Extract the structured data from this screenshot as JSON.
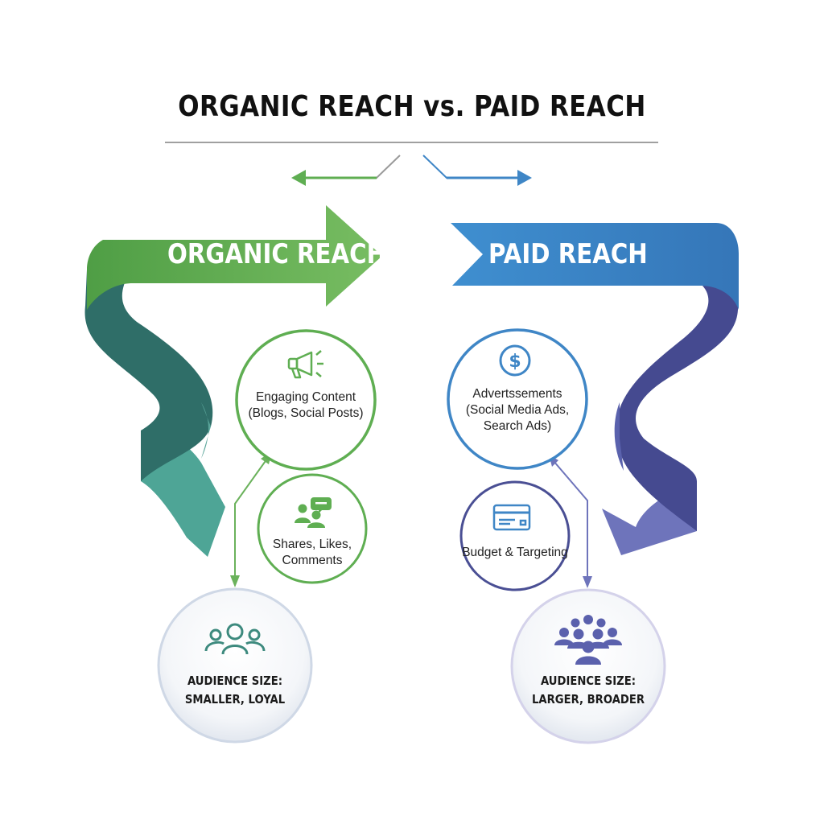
{
  "title": "ORGANIC REACH vs. PAID REACH",
  "colors": {
    "green": "#5fae52",
    "teal": "#4a9e8e",
    "dark_teal": "#2f6e68",
    "blue": "#3f86c6",
    "indigo": "#4a4f94",
    "lavender": "#6e74bb",
    "divider": "#a0a0a0"
  },
  "organic": {
    "banner_label": "ORGANIC REACH",
    "content_circle": {
      "icon": "megaphone-icon",
      "line1": "Engaging Content",
      "line2": "(Blogs, Social Posts)"
    },
    "engagement_circle": {
      "icon": "people-chat-icon",
      "line1": "Shares, Likes,",
      "line2": "Comments"
    },
    "audience_bubble": {
      "icon": "group-icon",
      "line1": "AUDIENCE SIZE:",
      "line2": "SMALLER, LOYAL"
    }
  },
  "paid": {
    "banner_label": "PAID REACH",
    "ads_circle": {
      "icon": "dollar-icon",
      "line1": "Advertssements",
      "line2": "(Social Media Ads,",
      "line3": "Search Ads)"
    },
    "budget_circle": {
      "icon": "credit-card-icon",
      "line1": "Budget & Targeting"
    },
    "audience_bubble": {
      "icon": "crowd-icon",
      "line1": "AUDIENCE SIZE:",
      "line2": "LARGER, BROADER"
    }
  }
}
